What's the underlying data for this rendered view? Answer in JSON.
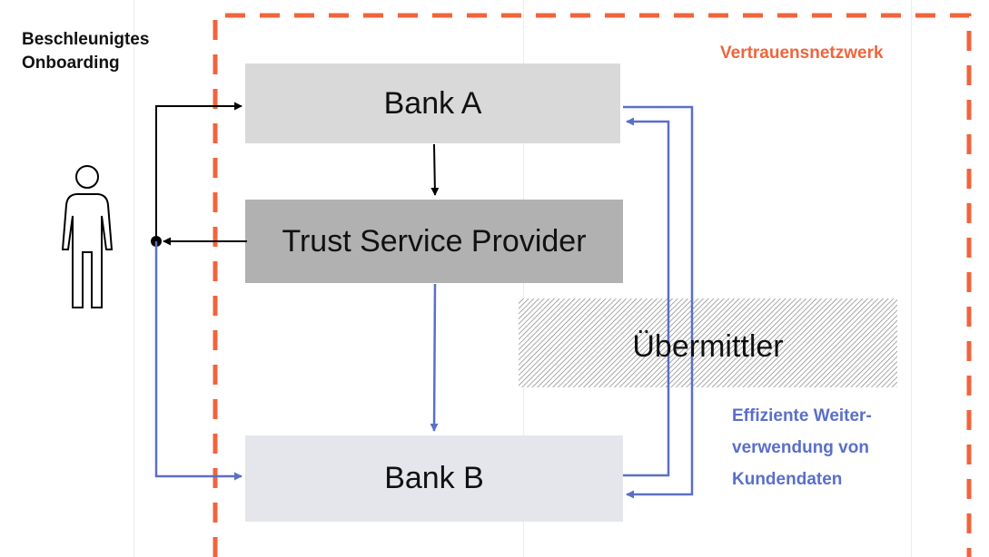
{
  "onboarding_label": [
    "Beschleunigtes",
    "Onboarding"
  ],
  "trust_network_label": "Vertrauensnetzwerk",
  "reuse_label": [
    "Effiziente Weiter-",
    "verwendung von",
    "Kundendaten"
  ],
  "boxes": {
    "bank_a": "Bank A",
    "tsp": "Trust Service Provider",
    "transmitter": "Übermittler",
    "bank_b": "Bank B"
  },
  "colors": {
    "trust_border": "#f0643c",
    "reuse": "#5a6fc8",
    "bank_fill": "#d9d9d9",
    "tsp_fill": "#b1b1b1",
    "bank_b_fill": "#e5e6eb"
  },
  "icons": {
    "person": "person-icon"
  }
}
